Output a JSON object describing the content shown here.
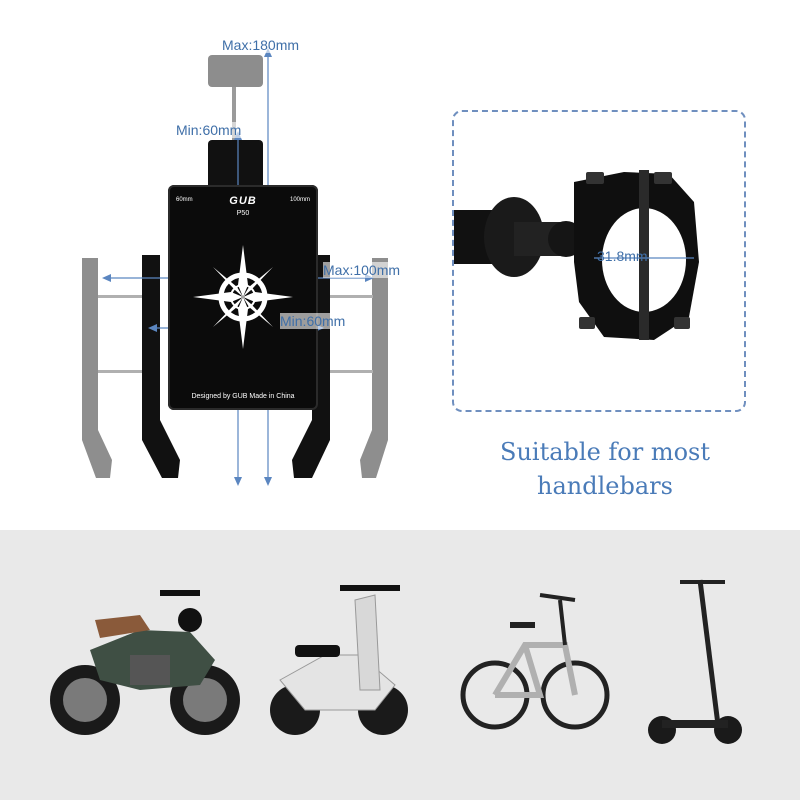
{
  "dimensions": {
    "max_height": "Max:180mm",
    "min_height": "Min:60mm",
    "max_width": "Max:100mm",
    "min_width": "Min:60mm"
  },
  "holder_plate": {
    "brand": "GUB",
    "model": "P50",
    "scale_left": "60mm",
    "scale_right": "100mm",
    "footer": "Designed by GUB Made in China"
  },
  "clamp": {
    "diameter": "31.8mm"
  },
  "caption": {
    "line1": "Suitable for most",
    "line2": "handlebars"
  },
  "vehicles": [
    "motorcycle",
    "scooter",
    "bicycle",
    "electric-scooter"
  ],
  "colors": {
    "accent": "#4a7bb8",
    "dimension_lines": "#5b86c0",
    "bottom_band": "#e9e9e9"
  }
}
